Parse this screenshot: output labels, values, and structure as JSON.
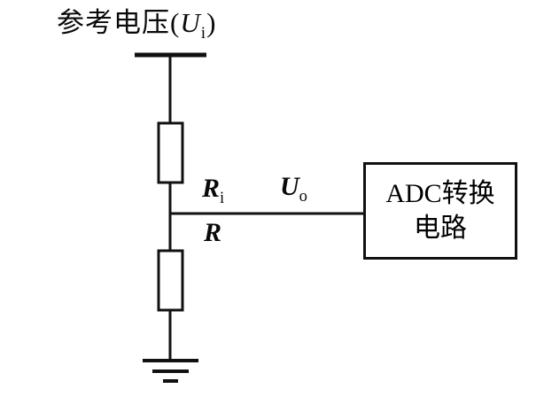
{
  "diagram": {
    "title": {
      "prefix": "参考电压(",
      "var": "U",
      "sub": "i",
      "suffix": ")"
    },
    "labels": {
      "r_top_var": "R",
      "r_top_sub": "i",
      "u_out_var": "U",
      "u_out_sub": "o",
      "r_bottom": "R"
    },
    "adc_box": {
      "line1": "ADC转换",
      "line2": "电路"
    },
    "colors": {
      "line": "#111111",
      "background": "#ffffff",
      "text": "#0a0a0a"
    }
  }
}
